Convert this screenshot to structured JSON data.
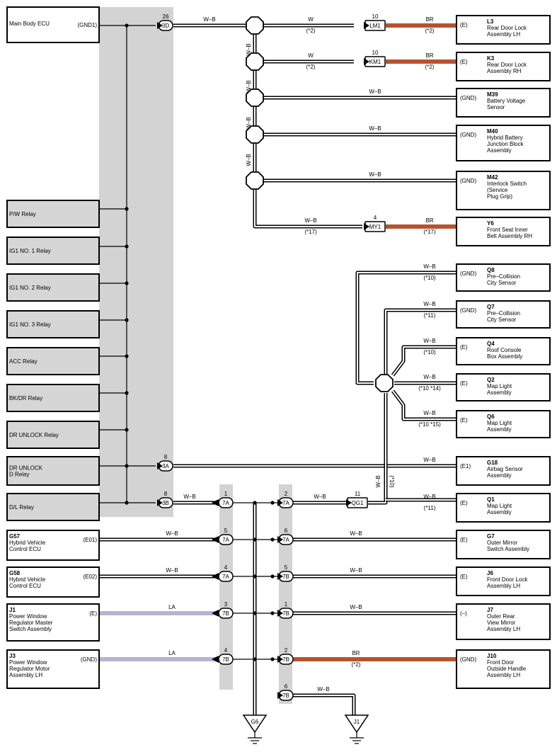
{
  "left_components": [
    {
      "id": "main-body-ecu",
      "lines": [
        "Main Body ECU"
      ],
      "terminal": "(GND1)",
      "gray": false
    },
    {
      "id": "pw-relay",
      "lines": [
        "P/W Relay"
      ],
      "terminal": "",
      "gray": true
    },
    {
      "id": "ig1-no1-relay",
      "lines": [
        "IG1 NO. 1 Relay"
      ],
      "terminal": "",
      "gray": true
    },
    {
      "id": "ig1-no2-relay",
      "lines": [
        "IG1 NO. 2 Relay"
      ],
      "terminal": "",
      "gray": true
    },
    {
      "id": "ig1-no3-relay",
      "lines": [
        "IG1 NO. 3 Relay"
      ],
      "terminal": "",
      "gray": true
    },
    {
      "id": "acc-relay",
      "lines": [
        "ACC Relay"
      ],
      "terminal": "",
      "gray": true
    },
    {
      "id": "bkdr-relay",
      "lines": [
        "BK/DR Relay"
      ],
      "terminal": "",
      "gray": true
    },
    {
      "id": "dr-unlock-relay",
      "lines": [
        "DR UNLOCK Relay"
      ],
      "terminal": "",
      "gray": true
    },
    {
      "id": "dr-unlock-d-relay",
      "lines": [
        "DR UNLOCK",
        "D Relay"
      ],
      "terminal": "",
      "gray": true
    },
    {
      "id": "dl-relay",
      "lines": [
        "D/L Relay"
      ],
      "terminal": "",
      "gray": true
    },
    {
      "id": "g57",
      "code": "G57",
      "lines": [
        "Hybrid Vehicle",
        "Control ECU"
      ],
      "terminal": "(E01)",
      "gray": false
    },
    {
      "id": "g58",
      "code": "G58",
      "lines": [
        "Hybrid Vehicle",
        "Control ECU"
      ],
      "terminal": "(E02)",
      "gray": false
    },
    {
      "id": "j1-left",
      "code": "J1",
      "lines": [
        "Power Window",
        "Regulator Master",
        "Switch Assembly"
      ],
      "terminal": "(E)",
      "gray": false
    },
    {
      "id": "j3",
      "code": "J3",
      "lines": [
        "Power Window",
        "Regulator Motor",
        "Assembly LH"
      ],
      "terminal": "(GND)",
      "gray": false
    }
  ],
  "right_components": [
    {
      "id": "l3",
      "code": "L3",
      "lines": [
        "Rear Door Lock",
        "Assembly LH"
      ],
      "terminal": "(E)"
    },
    {
      "id": "k3",
      "code": "K3",
      "lines": [
        "Rear Door Lock",
        "Assembly RH"
      ],
      "terminal": "(E)"
    },
    {
      "id": "m39",
      "code": "M39",
      "lines": [
        "Battery Voltage",
        "Sensor"
      ],
      "terminal": "(GND)"
    },
    {
      "id": "m40",
      "code": "M40",
      "lines": [
        "Hybrid Battery",
        "Junction Block",
        "Assembly"
      ],
      "terminal": "(GND)"
    },
    {
      "id": "m42",
      "code": "M42",
      "lines": [
        "Interlock Switch",
        "(Service",
        " Plug Grip)"
      ],
      "terminal": "(GND)"
    },
    {
      "id": "y6",
      "code": "Y6",
      "lines": [
        "Front Seat Inner",
        "Belt Assembly RH"
      ],
      "terminal": ""
    },
    {
      "id": "q8",
      "code": "Q8",
      "lines": [
        "Pre–Collision",
        "City Sensor"
      ],
      "terminal": "(GND)"
    },
    {
      "id": "q7",
      "code": "Q7",
      "lines": [
        "Pre–Collision",
        "City Sensor"
      ],
      "terminal": "(GND)"
    },
    {
      "id": "q4",
      "code": "Q4",
      "lines": [
        "Roof Console",
        "Box Assembly"
      ],
      "terminal": "(E)"
    },
    {
      "id": "q2",
      "code": "Q2",
      "lines": [
        "Map Light",
        "Assembly"
      ],
      "terminal": "(E)"
    },
    {
      "id": "q6",
      "code": "Q6",
      "lines": [
        "Map Light",
        "Assembly"
      ],
      "terminal": "(E)"
    },
    {
      "id": "g18",
      "code": "G18",
      "lines": [
        "Airbag Sensor",
        "Assembly"
      ],
      "terminal": "(E1)"
    },
    {
      "id": "q1",
      "code": "Q1",
      "lines": [
        "Map Light",
        "Assembly"
      ],
      "terminal": "(E)"
    },
    {
      "id": "g7",
      "code": "G7",
      "lines": [
        "Outer Mirror",
        "Switch Assembly"
      ],
      "terminal": "(E)"
    },
    {
      "id": "j6",
      "code": "J6",
      "lines": [
        "Front Door Lock",
        "Assembly LH"
      ],
      "terminal": "(E)"
    },
    {
      "id": "j7",
      "code": "J7",
      "lines": [
        "Outer Rear",
        "View Mirror",
        "Assembly LH"
      ],
      "terminal": "(–)"
    },
    {
      "id": "j10",
      "code": "J10",
      "lines": [
        "Front Door",
        "Outside Handle",
        "Assembly LH"
      ],
      "terminal": "(GND)"
    }
  ],
  "connectors": [
    {
      "id": "c3d",
      "code": "3D",
      "pin": "26"
    },
    {
      "id": "c3a",
      "code": "3A",
      "pin": "8"
    },
    {
      "id": "c3b",
      "code": "3B",
      "pin": "8"
    },
    {
      "id": "c7a-1",
      "code": "7A",
      "pin": "1"
    },
    {
      "id": "c7a-5",
      "code": "7A",
      "pin": "5"
    },
    {
      "id": "c7a-4",
      "code": "7A",
      "pin": "4"
    },
    {
      "id": "c7b-3",
      "code": "7B",
      "pin": "3"
    },
    {
      "id": "c7b-4",
      "code": "7B",
      "pin": "4"
    },
    {
      "id": "c7a-2",
      "code": "7A",
      "pin": "2"
    },
    {
      "id": "c7a-6",
      "code": "7A",
      "pin": "6"
    },
    {
      "id": "c7b-5",
      "code": "7B",
      "pin": "5"
    },
    {
      "id": "c7b-1",
      "code": "7B",
      "pin": "1"
    },
    {
      "id": "c7b-2",
      "code": "7B",
      "pin": "2"
    },
    {
      "id": "c7b-6",
      "code": "7B",
      "pin": "6"
    },
    {
      "id": "clm1",
      "code": "LM1",
      "pin": "10"
    },
    {
      "id": "ckm1",
      "code": "KM1",
      "pin": "10"
    },
    {
      "id": "cmy1",
      "code": "MY1",
      "pin": "4"
    },
    {
      "id": "cqg1",
      "code": "QG1",
      "pin": "11"
    }
  ],
  "wire_labels": [
    {
      "id": "wl-3d",
      "color": "W–B",
      "note": ""
    },
    {
      "id": "wl-l3-w",
      "color": "W",
      "note": "(*2)"
    },
    {
      "id": "wl-l3-br",
      "color": "BR",
      "note": "(*2)"
    },
    {
      "id": "wl-k3-w",
      "color": "W",
      "note": "(*2)"
    },
    {
      "id": "wl-k3-br",
      "color": "BR",
      "note": "(*2)"
    },
    {
      "id": "wl-m39",
      "color": "W–B",
      "note": ""
    },
    {
      "id": "wl-m40",
      "color": "W–B",
      "note": ""
    },
    {
      "id": "wl-m42",
      "color": "W–B",
      "note": ""
    },
    {
      "id": "wl-my1-left",
      "color": "W–B",
      "note": "(*17)"
    },
    {
      "id": "wl-y6",
      "color": "BR",
      "note": "(*17)"
    },
    {
      "id": "wl-q8",
      "color": "W–B",
      "note": "(*10)"
    },
    {
      "id": "wl-q7",
      "color": "W–B",
      "note": "(*11)"
    },
    {
      "id": "wl-q4",
      "color": "W–B",
      "note": "(*10)"
    },
    {
      "id": "wl-q2",
      "color": "W–B",
      "note": "(*10 *14)"
    },
    {
      "id": "wl-q6",
      "color": "W–B",
      "note": "(*10 *15)"
    },
    {
      "id": "wl-g18",
      "color": "W–B",
      "note": ""
    },
    {
      "id": "wl-vert-qg",
      "color": "W–B",
      "note": "(*10)"
    },
    {
      "id": "wl-3b",
      "color": "W–B",
      "note": ""
    },
    {
      "id": "wl-qg1-left",
      "color": "W–B",
      "note": ""
    },
    {
      "id": "wl-q1",
      "color": "W–B",
      "note": "(*11)"
    },
    {
      "id": "wl-g57",
      "color": "W–B",
      "note": ""
    },
    {
      "id": "wl-g7",
      "color": "W–B",
      "note": ""
    },
    {
      "id": "wl-g58",
      "color": "W–B",
      "note": ""
    },
    {
      "id": "wl-j6",
      "color": "W–B",
      "note": ""
    },
    {
      "id": "wl-j1-la",
      "color": "LA",
      "note": ""
    },
    {
      "id": "wl-j7",
      "color": "W–B",
      "note": ""
    },
    {
      "id": "wl-j3-la",
      "color": "LA",
      "note": ""
    },
    {
      "id": "wl-j10",
      "color": "BR",
      "note": "(*2)"
    },
    {
      "id": "wl-j1g",
      "color": "W–B",
      "note": ""
    },
    {
      "id": "wl-vw1",
      "color": "W–B",
      "note": ""
    },
    {
      "id": "wl-vw2",
      "color": "W–B",
      "note": ""
    },
    {
      "id": "wl-vw3",
      "color": "W–B",
      "note": ""
    },
    {
      "id": "wl-vw4",
      "color": "W–B",
      "note": ""
    }
  ],
  "grounds": [
    {
      "id": "g6",
      "code": "G6"
    },
    {
      "id": "j1-ground",
      "code": "J1"
    }
  ],
  "colors": {
    "gray_band": "#d3d3d3",
    "gray_box": "#d6d6d6",
    "brown_wire": "#b5532f",
    "la_wire": "#b8b2d0",
    "line": "#000000"
  }
}
